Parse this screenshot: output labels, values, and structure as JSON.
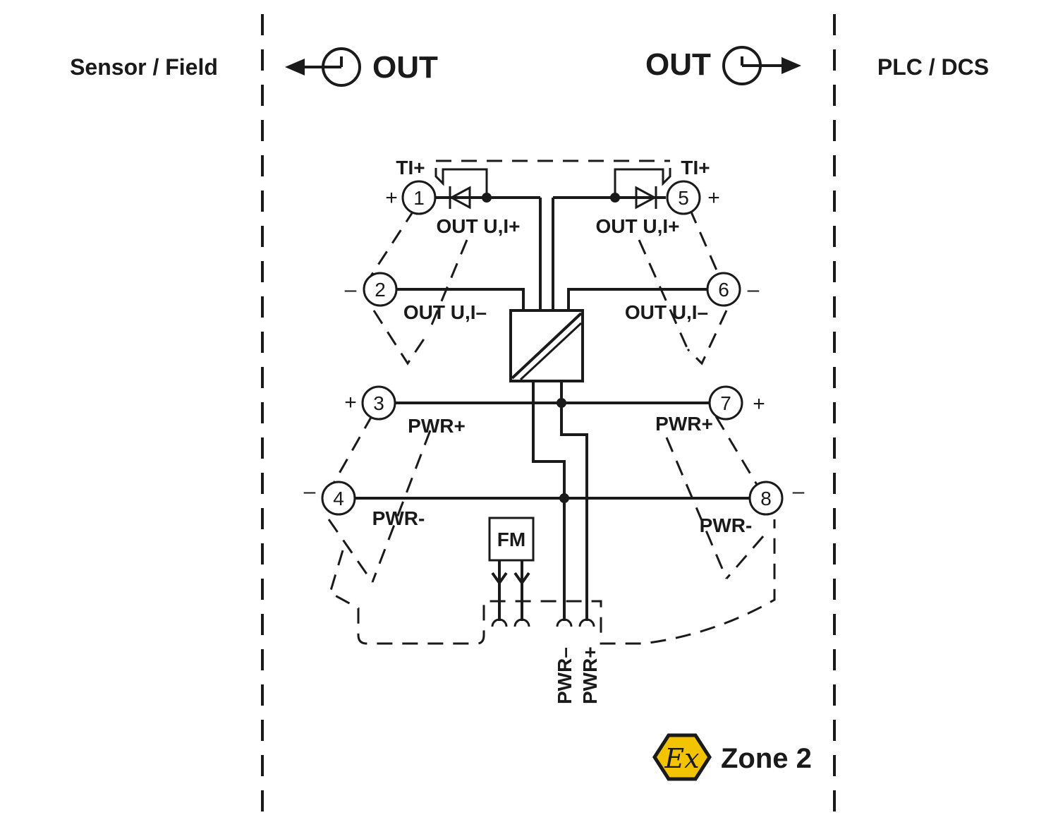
{
  "zones": {
    "left_label": "Sensor / Field",
    "right_label": "PLC / DCS"
  },
  "outputs": {
    "left": "OUT",
    "right": "OUT"
  },
  "terminals": [
    {
      "number": "1",
      "polarity": "+",
      "label": "OUT U,I+"
    },
    {
      "number": "2",
      "polarity": "–",
      "label": "OUT U,I–"
    },
    {
      "number": "3",
      "polarity": "+",
      "label": "PWR+"
    },
    {
      "number": "4",
      "polarity": "–",
      "label": "PWR-"
    },
    {
      "number": "5",
      "polarity": "+",
      "label": "OUT U,I+"
    },
    {
      "number": "6",
      "polarity": "–",
      "label": "OUT U,I–"
    },
    {
      "number": "7",
      "polarity": "+",
      "label": "PWR+"
    },
    {
      "number": "8",
      "polarity": "–",
      "label": "PWR-"
    }
  ],
  "test_inputs": {
    "left": "TI+",
    "right": "TI+"
  },
  "fault_module": "FM",
  "bus_connectors": {
    "minus": "PWR–",
    "plus": "PWR+"
  },
  "badge": {
    "symbol": "Ex",
    "text": "Zone 2",
    "color": "#f2c400"
  }
}
